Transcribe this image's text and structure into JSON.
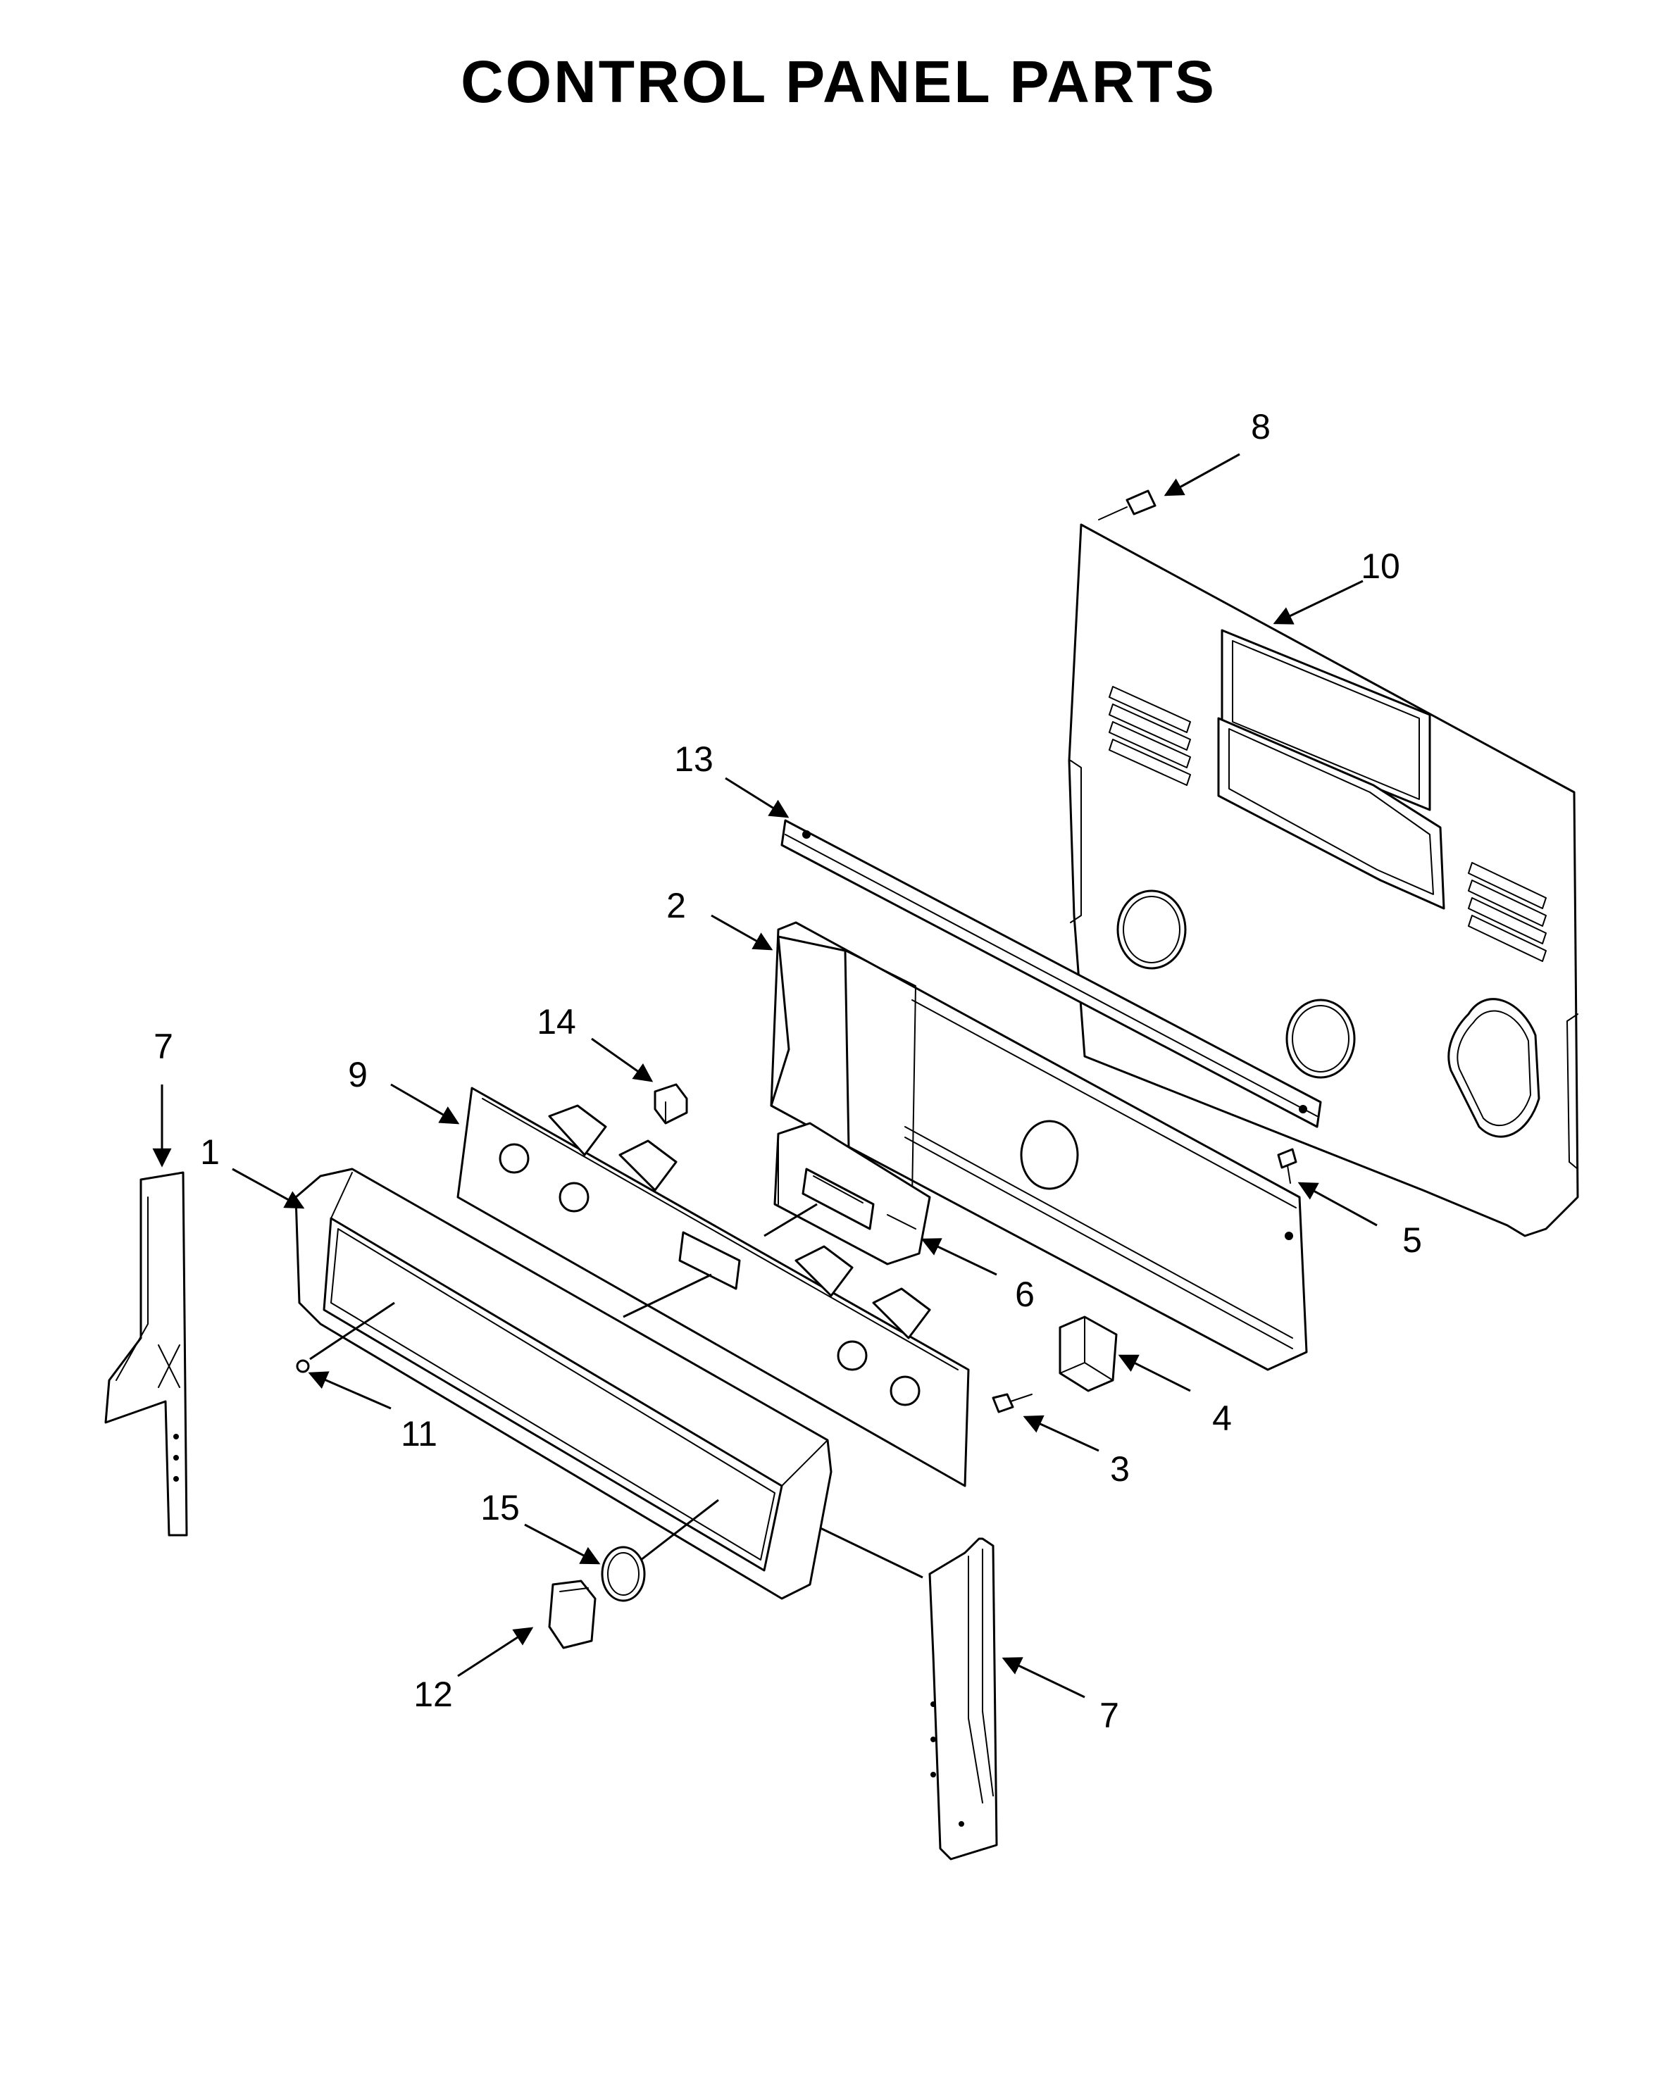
{
  "title": "CONTROL PANEL PARTS",
  "callouts": [
    {
      "id": "c8",
      "number": "8"
    },
    {
      "id": "c10",
      "number": "10"
    },
    {
      "id": "c13",
      "number": "13"
    },
    {
      "id": "c2",
      "number": "2"
    },
    {
      "id": "c14",
      "number": "14"
    },
    {
      "id": "c9",
      "number": "9"
    },
    {
      "id": "c7a",
      "number": "7"
    },
    {
      "id": "c1",
      "number": "1"
    },
    {
      "id": "c5",
      "number": "5"
    },
    {
      "id": "c6",
      "number": "6"
    },
    {
      "id": "c4",
      "number": "4"
    },
    {
      "id": "c11",
      "number": "11"
    },
    {
      "id": "c3",
      "number": "3"
    },
    {
      "id": "c15",
      "number": "15"
    },
    {
      "id": "c12",
      "number": "12"
    },
    {
      "id": "c7b",
      "number": "7"
    }
  ]
}
